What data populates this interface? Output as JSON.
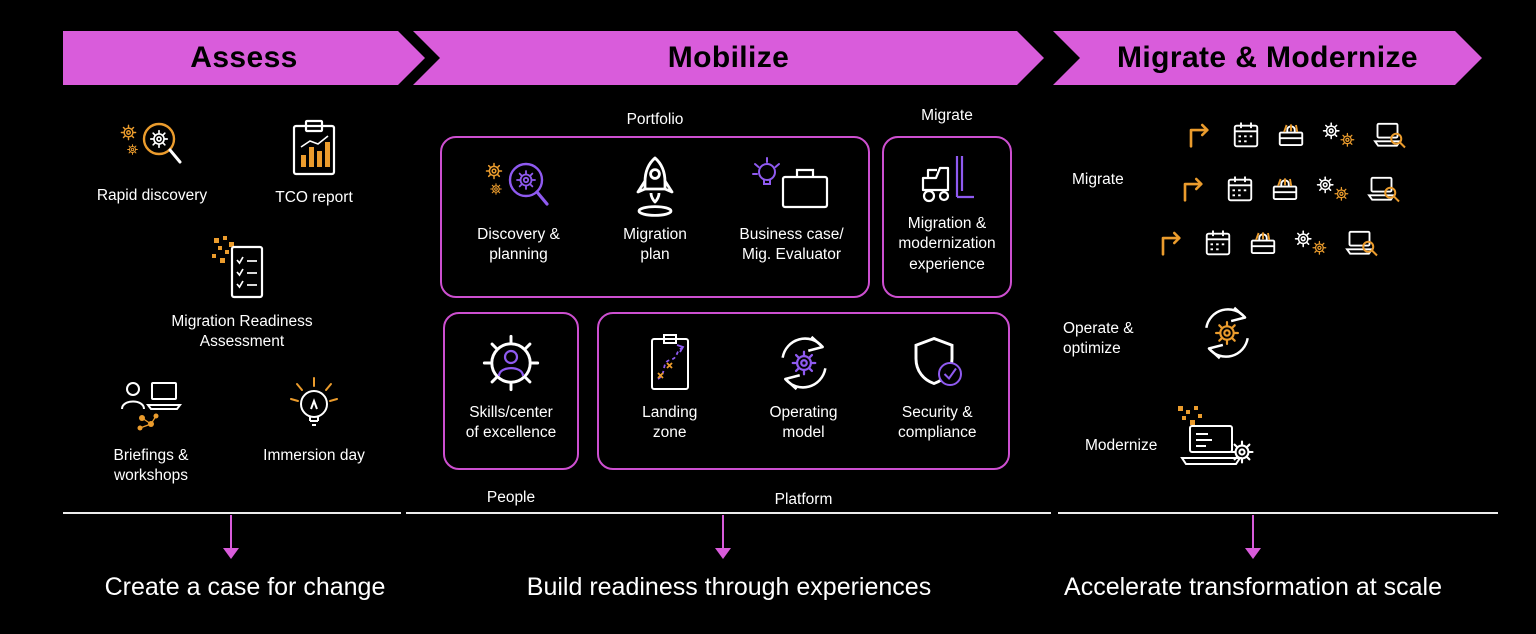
{
  "colors": {
    "magenta": "#d95cdb",
    "orange": "#eb9c2d",
    "purple": "#8f5af0"
  },
  "banner": {
    "phases": [
      {
        "label": "Assess"
      },
      {
        "label": "Mobilize"
      },
      {
        "label": "Migrate & Modernize"
      }
    ]
  },
  "assess": {
    "items": [
      {
        "label": "Rapid discovery",
        "icon": "search-gears-icon"
      },
      {
        "label": "TCO report",
        "icon": "report-chart-icon"
      },
      {
        "label": "Migration Readiness\nAssessment",
        "icon": "checklist-pixels-icon"
      },
      {
        "label": "Briefings &\nworkshops",
        "icon": "people-laptop-icon"
      },
      {
        "label": "Immersion day",
        "icon": "lightbulb-icon"
      }
    ],
    "summary": "Create a case for change"
  },
  "mobilize": {
    "groups": {
      "portfolio": "Portfolio",
      "migrate": "Migrate",
      "people": "People",
      "platform": "Platform"
    },
    "portfolio_items": [
      {
        "label": "Discovery &\nplanning",
        "icon": "search-gears-purple-icon"
      },
      {
        "label": "Migration\nplan",
        "icon": "rocket-icon"
      },
      {
        "label": "Business case/\nMig. Evaluator",
        "icon": "bulb-briefcase-icon"
      }
    ],
    "migrate_item": {
      "label": "Migration &\nmodernization\nexperience",
      "icon": "forklift-icon"
    },
    "people_item": {
      "label": "Skills/center\nof excellence",
      "icon": "gear-person-icon"
    },
    "platform_items": [
      {
        "label": "Landing\nzone",
        "icon": "landing-zone-map-icon"
      },
      {
        "label": "Operating\nmodel",
        "icon": "gear-cycle-icon"
      },
      {
        "label": "Security &\ncompliance",
        "icon": "shield-check-icon"
      }
    ],
    "summary": "Build readiness through experiences"
  },
  "migrate_modernize": {
    "migrate_label": "Migrate",
    "operate_label": "Operate &\noptimize",
    "modernize_label": "Modernize",
    "row_icons": [
      "elbow-arrow-icon",
      "calendar-icon",
      "toolbox-icon",
      "gears-icon",
      "laptop-search-icon"
    ],
    "row_count": 3,
    "summary": "Accelerate transformation at scale"
  }
}
